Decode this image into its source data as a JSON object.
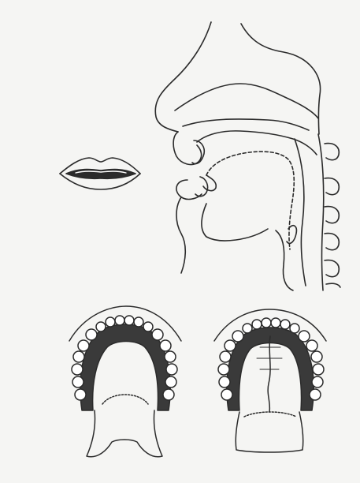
{
  "figure": {
    "background_color": "#f5f5f3",
    "line_color": "#2b2b2b",
    "contact_fill_color": "#3a3a3a",
    "tooth_fill_color": "#ffffff",
    "views": [
      {
        "id": "frontal-lips",
        "description_icon": "lips-front-view-icon"
      },
      {
        "id": "sagittal-section",
        "description_icon": "head-sagittal-section-icon"
      },
      {
        "id": "palatogram-left",
        "description_icon": "palatogram-icon"
      },
      {
        "id": "palatogram-right",
        "description_icon": "palatogram-icon"
      }
    ]
  }
}
